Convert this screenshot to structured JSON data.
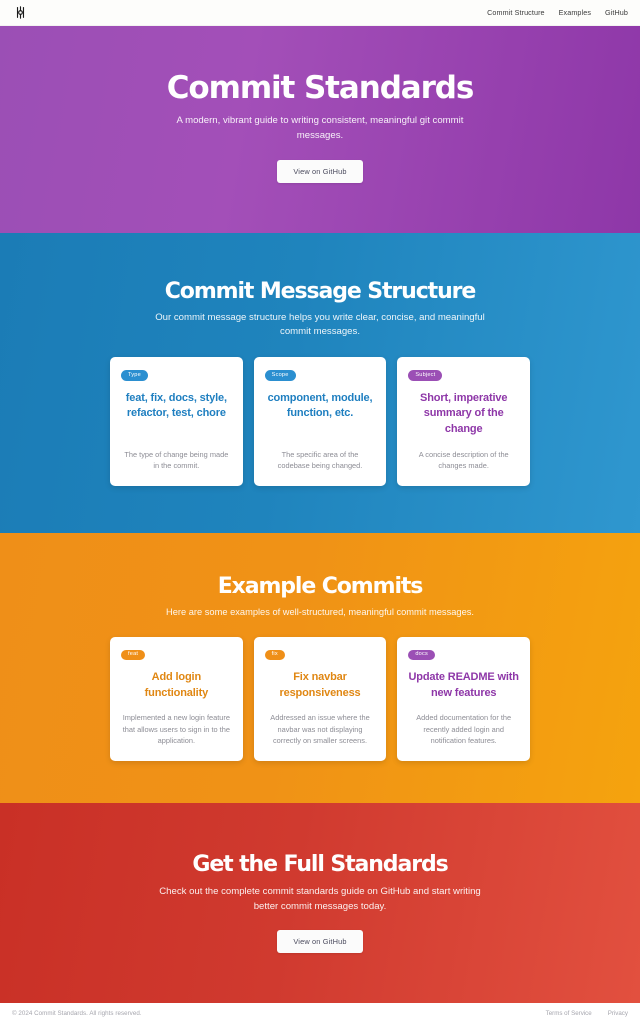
{
  "navbar": {
    "logo_icon": "git-commit-logo-icon",
    "links": [
      {
        "label": "Commit Structure"
      },
      {
        "label": "Examples"
      },
      {
        "label": "GitHub"
      }
    ]
  },
  "hero": {
    "title": "Commit Standards",
    "subtitle": "A modern, vibrant guide to writing consistent, meaningful git commit messages.",
    "cta_label": "View on GitHub",
    "background_start": "#9b4fb5",
    "background_end": "#8e37a8"
  },
  "structure": {
    "title": "Commit Message Structure",
    "subtitle": "Our commit message structure helps you write clear, concise, and meaningful commit messages.",
    "background_start": "#1b7cb6",
    "background_end": "#2f97cf",
    "cards": [
      {
        "badge": "Type",
        "badge_color": "#2b8fd0",
        "title": "feat, fix, docs, style, refactor, test, chore",
        "title_color": "#1f7fc0",
        "description": "The type of change being made in the commit."
      },
      {
        "badge": "Scope",
        "badge_color": "#2b8fd0",
        "title": "component, module, function, etc.",
        "title_color": "#1f7fc0",
        "description": "The specific area of the codebase being changed."
      },
      {
        "badge": "Subject",
        "badge_color": "#9b4fb5",
        "title": "Short, imperative summary of the change",
        "title_color": "#8e37a8",
        "description": "A concise description of the changes made."
      }
    ]
  },
  "examples": {
    "title": "Example Commits",
    "subtitle": "Here are some examples of well-structured, meaningful commit messages.",
    "background_start": "#ef8f18",
    "background_end": "#f5a30e",
    "cards": [
      {
        "badge": "feat",
        "badge_color": "#ef8f18",
        "title": "Add login functionality",
        "title_color": "#e08713",
        "description": "Implemented a new login feature that allows users to sign in to the application."
      },
      {
        "badge": "fix",
        "badge_color": "#ef8f18",
        "title": "Fix navbar responsiveness",
        "title_color": "#e08713",
        "description": "Addressed an issue where the navbar was not displaying correctly on smaller screens."
      },
      {
        "badge": "docs",
        "badge_color": "#9b4fb5",
        "title": "Update README with new features",
        "title_color": "#8e37a8",
        "description": "Added documentation for the recently added login and notification features."
      }
    ]
  },
  "cta": {
    "title": "Get the Full Standards",
    "subtitle": "Check out the complete commit standards guide on GitHub and start writing better commit messages today.",
    "button_label": "View on GitHub",
    "background_start": "#c93026",
    "background_end": "#e2503f"
  },
  "footer": {
    "copyright": "© 2024 Commit Standards. All rights reserved.",
    "links": [
      {
        "label": "Terms of Service"
      },
      {
        "label": "Privacy"
      }
    ]
  }
}
